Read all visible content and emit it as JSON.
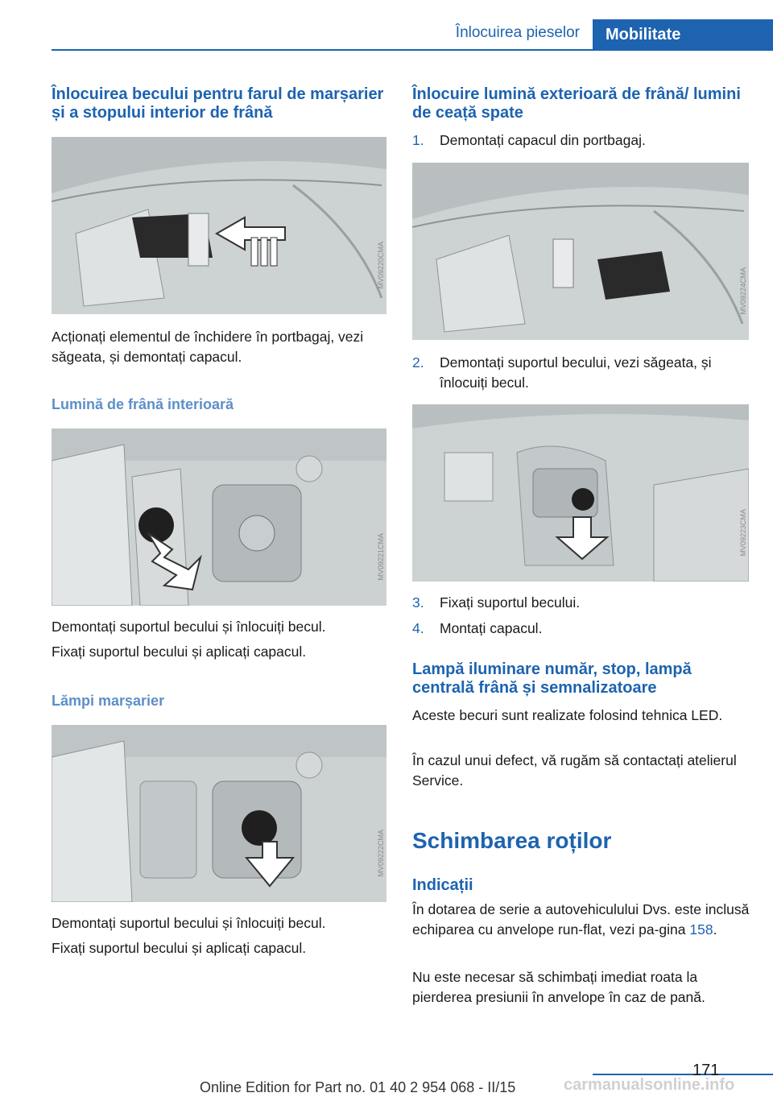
{
  "header": {
    "section": "Înlocuirea pieselor",
    "tab": "Mobilitate"
  },
  "left": {
    "heading": "Înlocuirea becului pentru farul de marșarier și a stopului interior de frână",
    "fig1_code": "MV09220CMA",
    "p1": "Acționați elementul de închidere în portbagaj, vezi săgeata, și demontați capacul.",
    "sub1": "Lumină de frână interioară",
    "fig2_code": "MV09221CMA",
    "p2": "Demontați suportul becului și înlocuiți becul.",
    "p3": "Fixați suportul becului și aplicați capacul.",
    "sub2": "Lămpi marșarier",
    "fig3_code": "MV09222CMA",
    "p4": "Demontați suportul becului și înlocuiți becul.",
    "p5": "Fixați suportul becului și aplicați capacul."
  },
  "right": {
    "heading": "Înlocuire lumină exterioară de frână/ lumini de ceață spate",
    "steps": [
      {
        "num": "1.",
        "text": "Demontați capacul din portbagaj."
      },
      {
        "num": "2.",
        "text": "Demontați suportul becului, vezi săgeata, și înlocuiți becul."
      },
      {
        "num": "3.",
        "text": "Fixați suportul becului."
      },
      {
        "num": "4.",
        "text": "Montați capacul."
      }
    ],
    "fig4_code": "MV09224CMA",
    "fig5_code": "MV09223CMA",
    "heading2": "Lampă iluminare număr, stop, lampă centrală frână și semnalizatoare",
    "p1": "Aceste becuri sunt realizate folosind tehnica LED.",
    "p2": "În cazul unui defect, vă rugăm să contactați atelierul Service.",
    "big_heading": "Schimbarea roților",
    "sub": "Indicații",
    "p3_before": "În dotarea de serie a autovehiculului Dvs. este inclusă echiparea cu anvelope run-flat, vezi pa-gina ",
    "p3_link": "158",
    "p3_after": ".",
    "p4": "Nu este necesar să schimbați imediat roata la pierderea presiunii în anvelope în caz de pană."
  },
  "footer": {
    "page_number": "171",
    "edition": "Online Edition for Part no. 01 40 2 954 068 - II/15",
    "watermark": "carmanualsonline.info"
  }
}
